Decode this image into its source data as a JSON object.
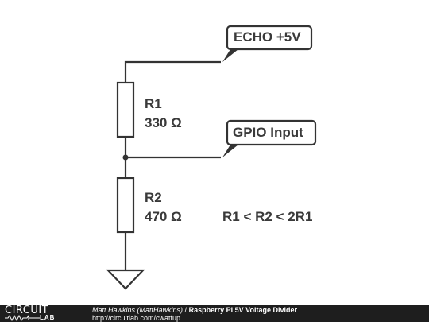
{
  "diagram": {
    "net_labels": {
      "echo": "ECHO +5V",
      "gpio": "GPIO Input"
    },
    "r1": {
      "name": "R1",
      "value": "330 Ω"
    },
    "r2": {
      "name": "R2",
      "value": "470 Ω"
    },
    "relation": "R1 < R2 < 2R1"
  },
  "footer": {
    "logo_top": "CIRCUIT",
    "logo_bottom": "LAB",
    "author": "Matt Hawkins (MattHawkins)",
    "separator": "/",
    "title": "Raspberry Pi 5V Voltage Divider",
    "url": "http://circuitlab.com/cwatfup"
  },
  "colors": {
    "wire": "#333333",
    "text": "#3a3a3a",
    "footer_bg": "#1e1e1e"
  }
}
